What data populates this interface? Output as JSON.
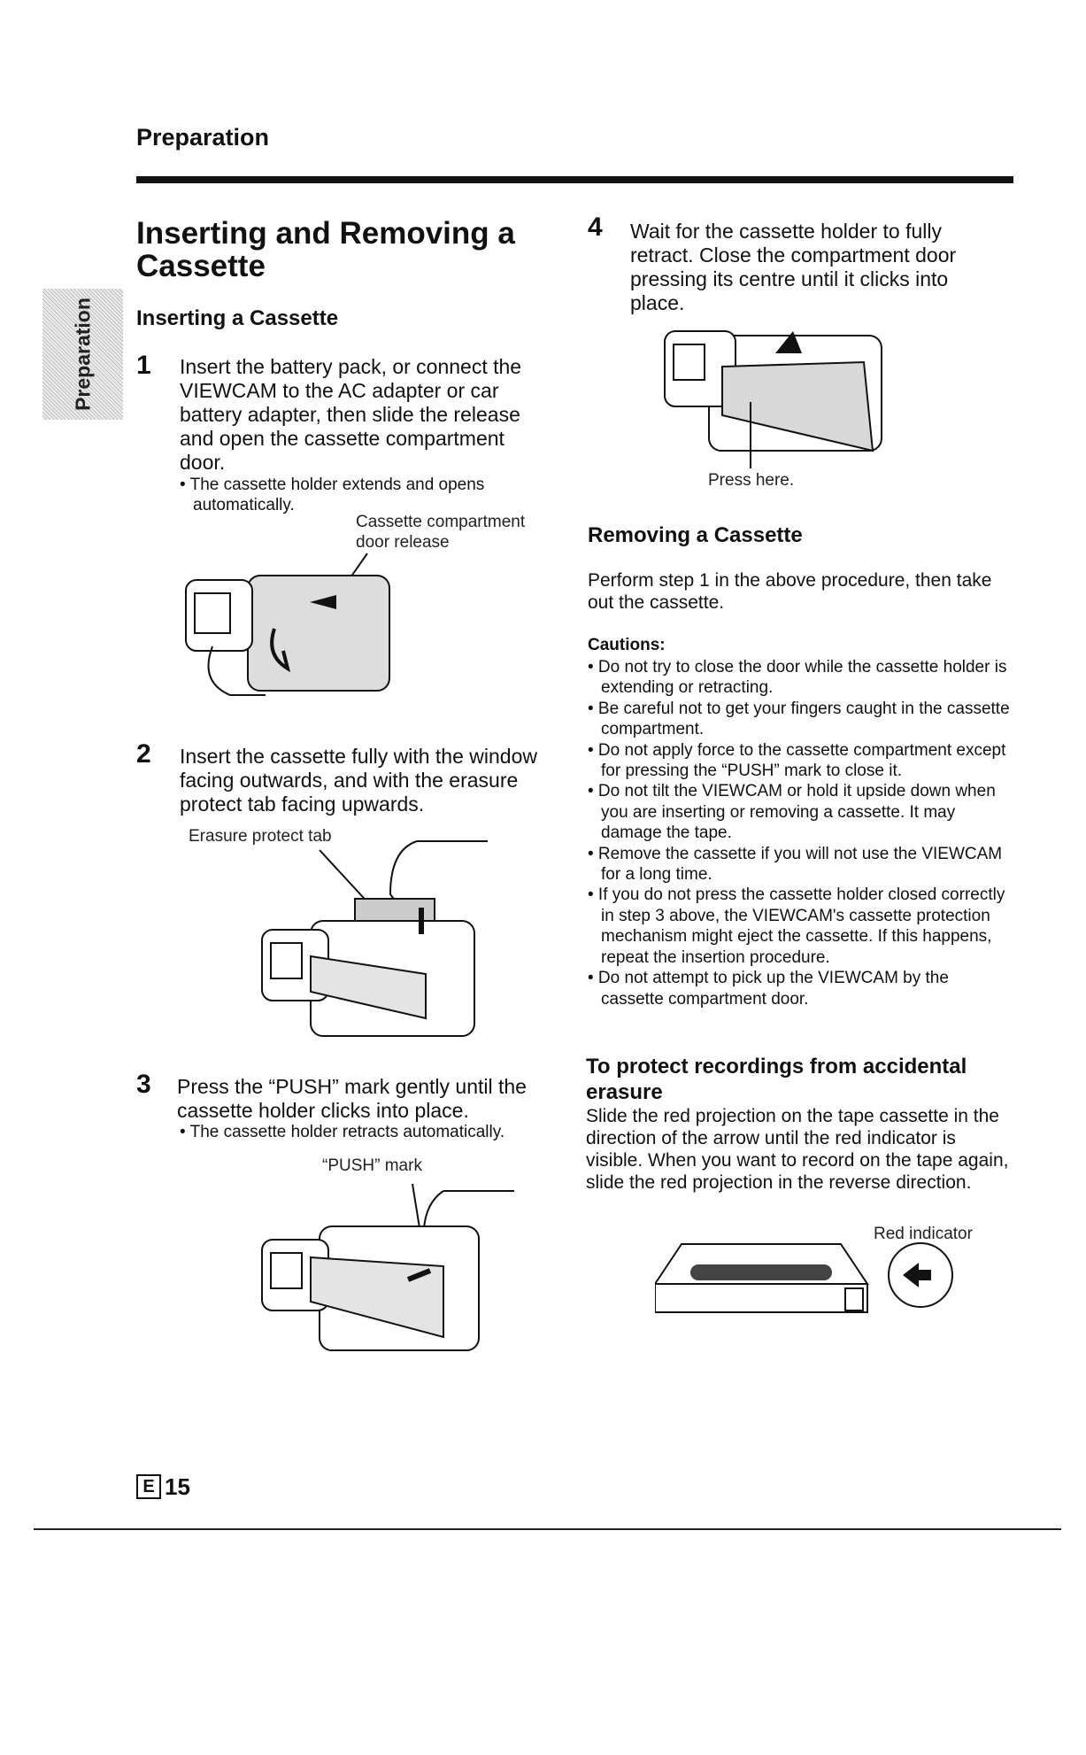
{
  "header": {
    "section": "Preparation",
    "side_tab": "Preparation"
  },
  "title": "Inserting and Removing a Cassette",
  "inserting": {
    "heading": "Inserting a Cassette",
    "steps": [
      {
        "num": "1",
        "text": "Insert the battery pack, or connect the VIEWCAM to the AC adapter or car battery adapter, then slide the release and open the cassette compartment door.",
        "bullet": "• The cassette holder extends and opens automatically.",
        "caption": "Cassette compartment door release"
      },
      {
        "num": "2",
        "text": "Insert the cassette fully with the window facing outwards, and with the erasure protect tab facing upwards.",
        "caption": "Erasure protect tab"
      },
      {
        "num": "3",
        "text": "Press the “PUSH” mark gently until the cassette holder clicks into place.",
        "bullet": "• The cassette holder retracts automatically.",
        "caption": "“PUSH” mark"
      },
      {
        "num": "4",
        "text": "Wait for the cassette holder to fully retract. Close the compartment door pressing its centre until it clicks into place.",
        "caption": "Press here."
      }
    ]
  },
  "removing": {
    "heading": "Removing a Cassette",
    "text": "Perform step 1 in the above procedure, then take out the cassette.",
    "cautions_heading": "Cautions:",
    "cautions": [
      "• Do not try to close the door while the cassette holder is extending or retracting.",
      "• Be careful not to get your fingers caught in the cassette compartment.",
      "• Do not apply force to the cassette compartment except for pressing the “PUSH” mark to close it.",
      "• Do not tilt the VIEWCAM or hold it upside down when you are inserting or removing a cassette. It may damage the tape.",
      "• Remove the cassette if you will not use the VIEWCAM for a long time.",
      "• If you do not press the cassette holder closed correctly in step 3 above, the VIEWCAM's cassette protection mechanism might eject the cassette. If this happens, repeat the insertion procedure.",
      "• Do not attempt to pick up the VIEWCAM by the cassette compartment door."
    ]
  },
  "protect": {
    "heading": "To protect recordings from accidental erasure",
    "text": "Slide the red projection on the tape cassette in the direction of the arrow until the red indicator is visible. When you want to record on the tape again, slide the red projection in the reverse direction.",
    "caption": "Red indicator"
  },
  "footer": {
    "lang": "E",
    "page": "15"
  }
}
